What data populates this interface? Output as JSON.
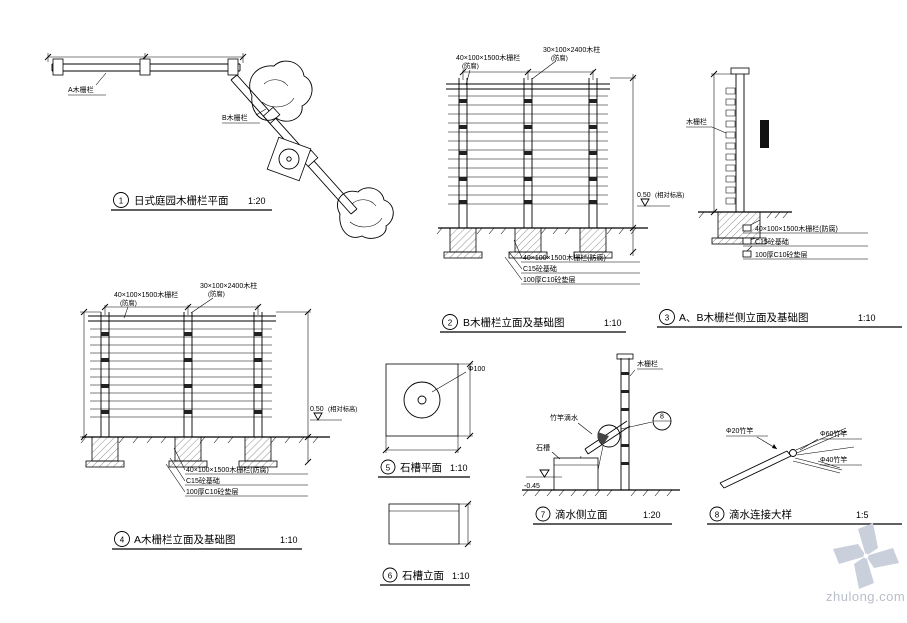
{
  "sheet": {
    "paper_color": "#ffffff",
    "line_color": "#000000",
    "watermark_color": "#b9bfca"
  },
  "watermark": {
    "site": "zhulong.com"
  },
  "plan": {
    "num": "1",
    "title": "日式庭园木栅栏平面",
    "scale": "1:20",
    "label_a": "A木栅栏",
    "label_b": "B木栅栏"
  },
  "elev_b": {
    "num": "2",
    "title": "B木栅栏立面及基础图",
    "scale": "1:10",
    "slat_note": "40×100×1500木栅栏",
    "slat_sub": "(防腐)",
    "post_note": "30×100×2400木柱",
    "post_sub": "(防腐)",
    "level": "0.50",
    "level_sub": "(相对标高)",
    "fnotes": [
      "40×100×1500木栅栏(防腐)",
      "C15砼基础",
      "100厚C10砼垫层"
    ]
  },
  "side": {
    "num": "3",
    "title": "A、B木栅栏侧立面及基础图",
    "scale": "1:10",
    "label": "木栅栏",
    "fnotes": [
      "40×100×1500木栅栏(防腐)",
      "C15砼基础",
      "100厚C10砼垫层"
    ]
  },
  "elev_a": {
    "num": "4",
    "title": "A木栅栏立面及基础图",
    "scale": "1:10",
    "slat_note": "40×100×1500木栅栏",
    "slat_sub": "(防腐)",
    "post_note": "30×100×2400木柱",
    "post_sub": "(防腐)",
    "level": "0.50",
    "level_sub": "(相对标高)",
    "fnotes": [
      "40×100×1500木栅栏(防腐)",
      "C15砼基础",
      "100厚C10砼垫层"
    ]
  },
  "trough_plan": {
    "num": "5",
    "title": "石槽平面",
    "scale": "1:10",
    "dia": "Φ100"
  },
  "trough_elev": {
    "num": "6",
    "title": "石槽立面",
    "scale": "1:10"
  },
  "drip": {
    "num": "7",
    "title": "滴水侧立面",
    "scale": "1:20",
    "label_fence": "木栅栏",
    "label_bamboo": "竹竿滴水",
    "label_trough": "石槽",
    "level": "-0.45",
    "detail_ref": "8"
  },
  "detail": {
    "num": "8",
    "title": "滴水连接大样",
    "scale": "1:5",
    "n1": "Φ20竹竿",
    "n2": "Φ60竹竿",
    "n3": "Φ40竹竿"
  }
}
